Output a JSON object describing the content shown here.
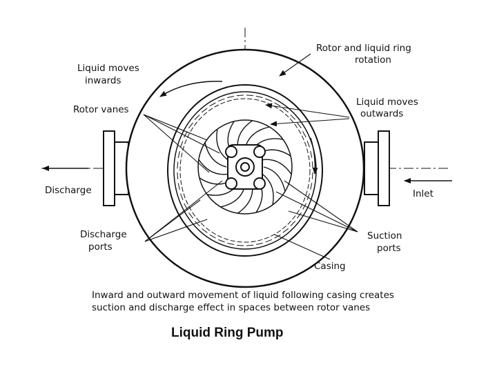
{
  "labels": {
    "rotor_rotation_line1": "Rotor and liquid ring",
    "rotor_rotation_line2": "rotation",
    "liquid_inwards_line1": "Liquid moves",
    "liquid_inwards_line2": "inwards",
    "liquid_outwards_line1": "Liquid moves",
    "liquid_outwards_line2": "outwards",
    "rotor_vanes": "Rotor vanes",
    "discharge": "Discharge",
    "inlet": "Inlet",
    "discharge_ports_line1": "Discharge",
    "discharge_ports_line2": "ports",
    "suction_ports_line1": "Suction",
    "suction_ports_line2": "ports",
    "casing": "Casing"
  },
  "caption": {
    "line1": "Inward and outward movement of liquid following casing creates",
    "line2": "suction and discharge effect in spaces between rotor vanes"
  },
  "title": "Liquid Ring Pump",
  "colors": {
    "ink": "#111111",
    "background": "#ffffff"
  }
}
